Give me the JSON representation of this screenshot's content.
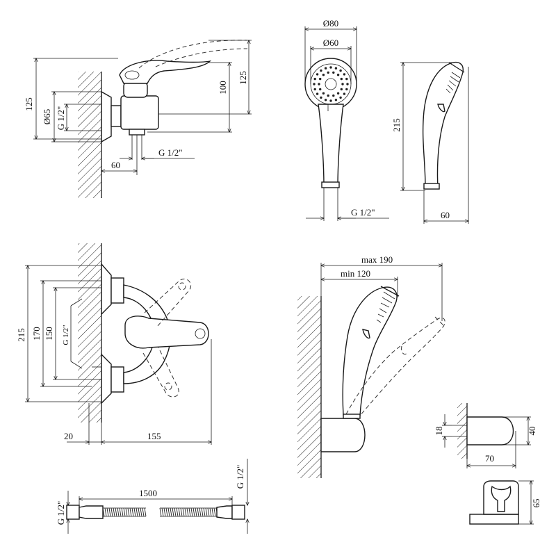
{
  "view_faucet_side": {
    "dim_height_total": "125",
    "dim_height_faucet": "100",
    "dim_height_overall": "125",
    "dim_flange_diameter": "Ø65",
    "dim_inlet_thread": "G 1/2\"",
    "dim_outlet_thread": "G 1/2\"",
    "dim_outlet_offset": "60"
  },
  "view_shower_front": {
    "dim_head_outer": "Ø80",
    "dim_head_inner": "Ø60",
    "dim_connection_thread": "G 1/2\""
  },
  "view_shower_side": {
    "dim_length": "215",
    "dim_depth": "60"
  },
  "view_faucet_front": {
    "dim_overall_height": "215",
    "dim_centers_max": "170",
    "dim_centers_min": "150",
    "dim_thread": "G 1/2\"",
    "dim_wall_offset": "20",
    "dim_projection": "155"
  },
  "view_holder_reach": {
    "dim_max": "max 190",
    "dim_min": "min 120"
  },
  "view_bracket_side": {
    "dim_hole_spacing": "18",
    "dim_height": "40",
    "dim_depth": "70"
  },
  "view_bracket_front": {
    "dim_height": "65"
  },
  "view_hose": {
    "dim_length": "1500",
    "dim_thread_left": "G 1/2\"",
    "dim_thread_right": "G 1/2\""
  }
}
